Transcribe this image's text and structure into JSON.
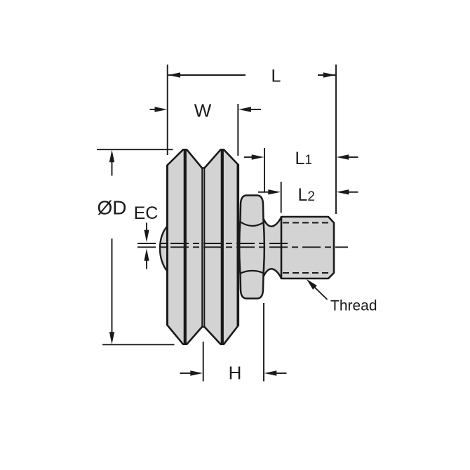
{
  "labels": {
    "overall_length": "L",
    "wheel_width": "W",
    "stud_length_1": {
      "base": "L",
      "sub": "1"
    },
    "stud_length_2": {
      "base": "L",
      "sub": "2"
    },
    "wheel_diameter": "ØD",
    "eccentric_offset": "EC",
    "hub_width": "H",
    "thread_callout": "Thread"
  },
  "colors": {
    "part_fill": "#d3d3d3",
    "line": "#1a1a1a",
    "background": "#ffffff"
  }
}
